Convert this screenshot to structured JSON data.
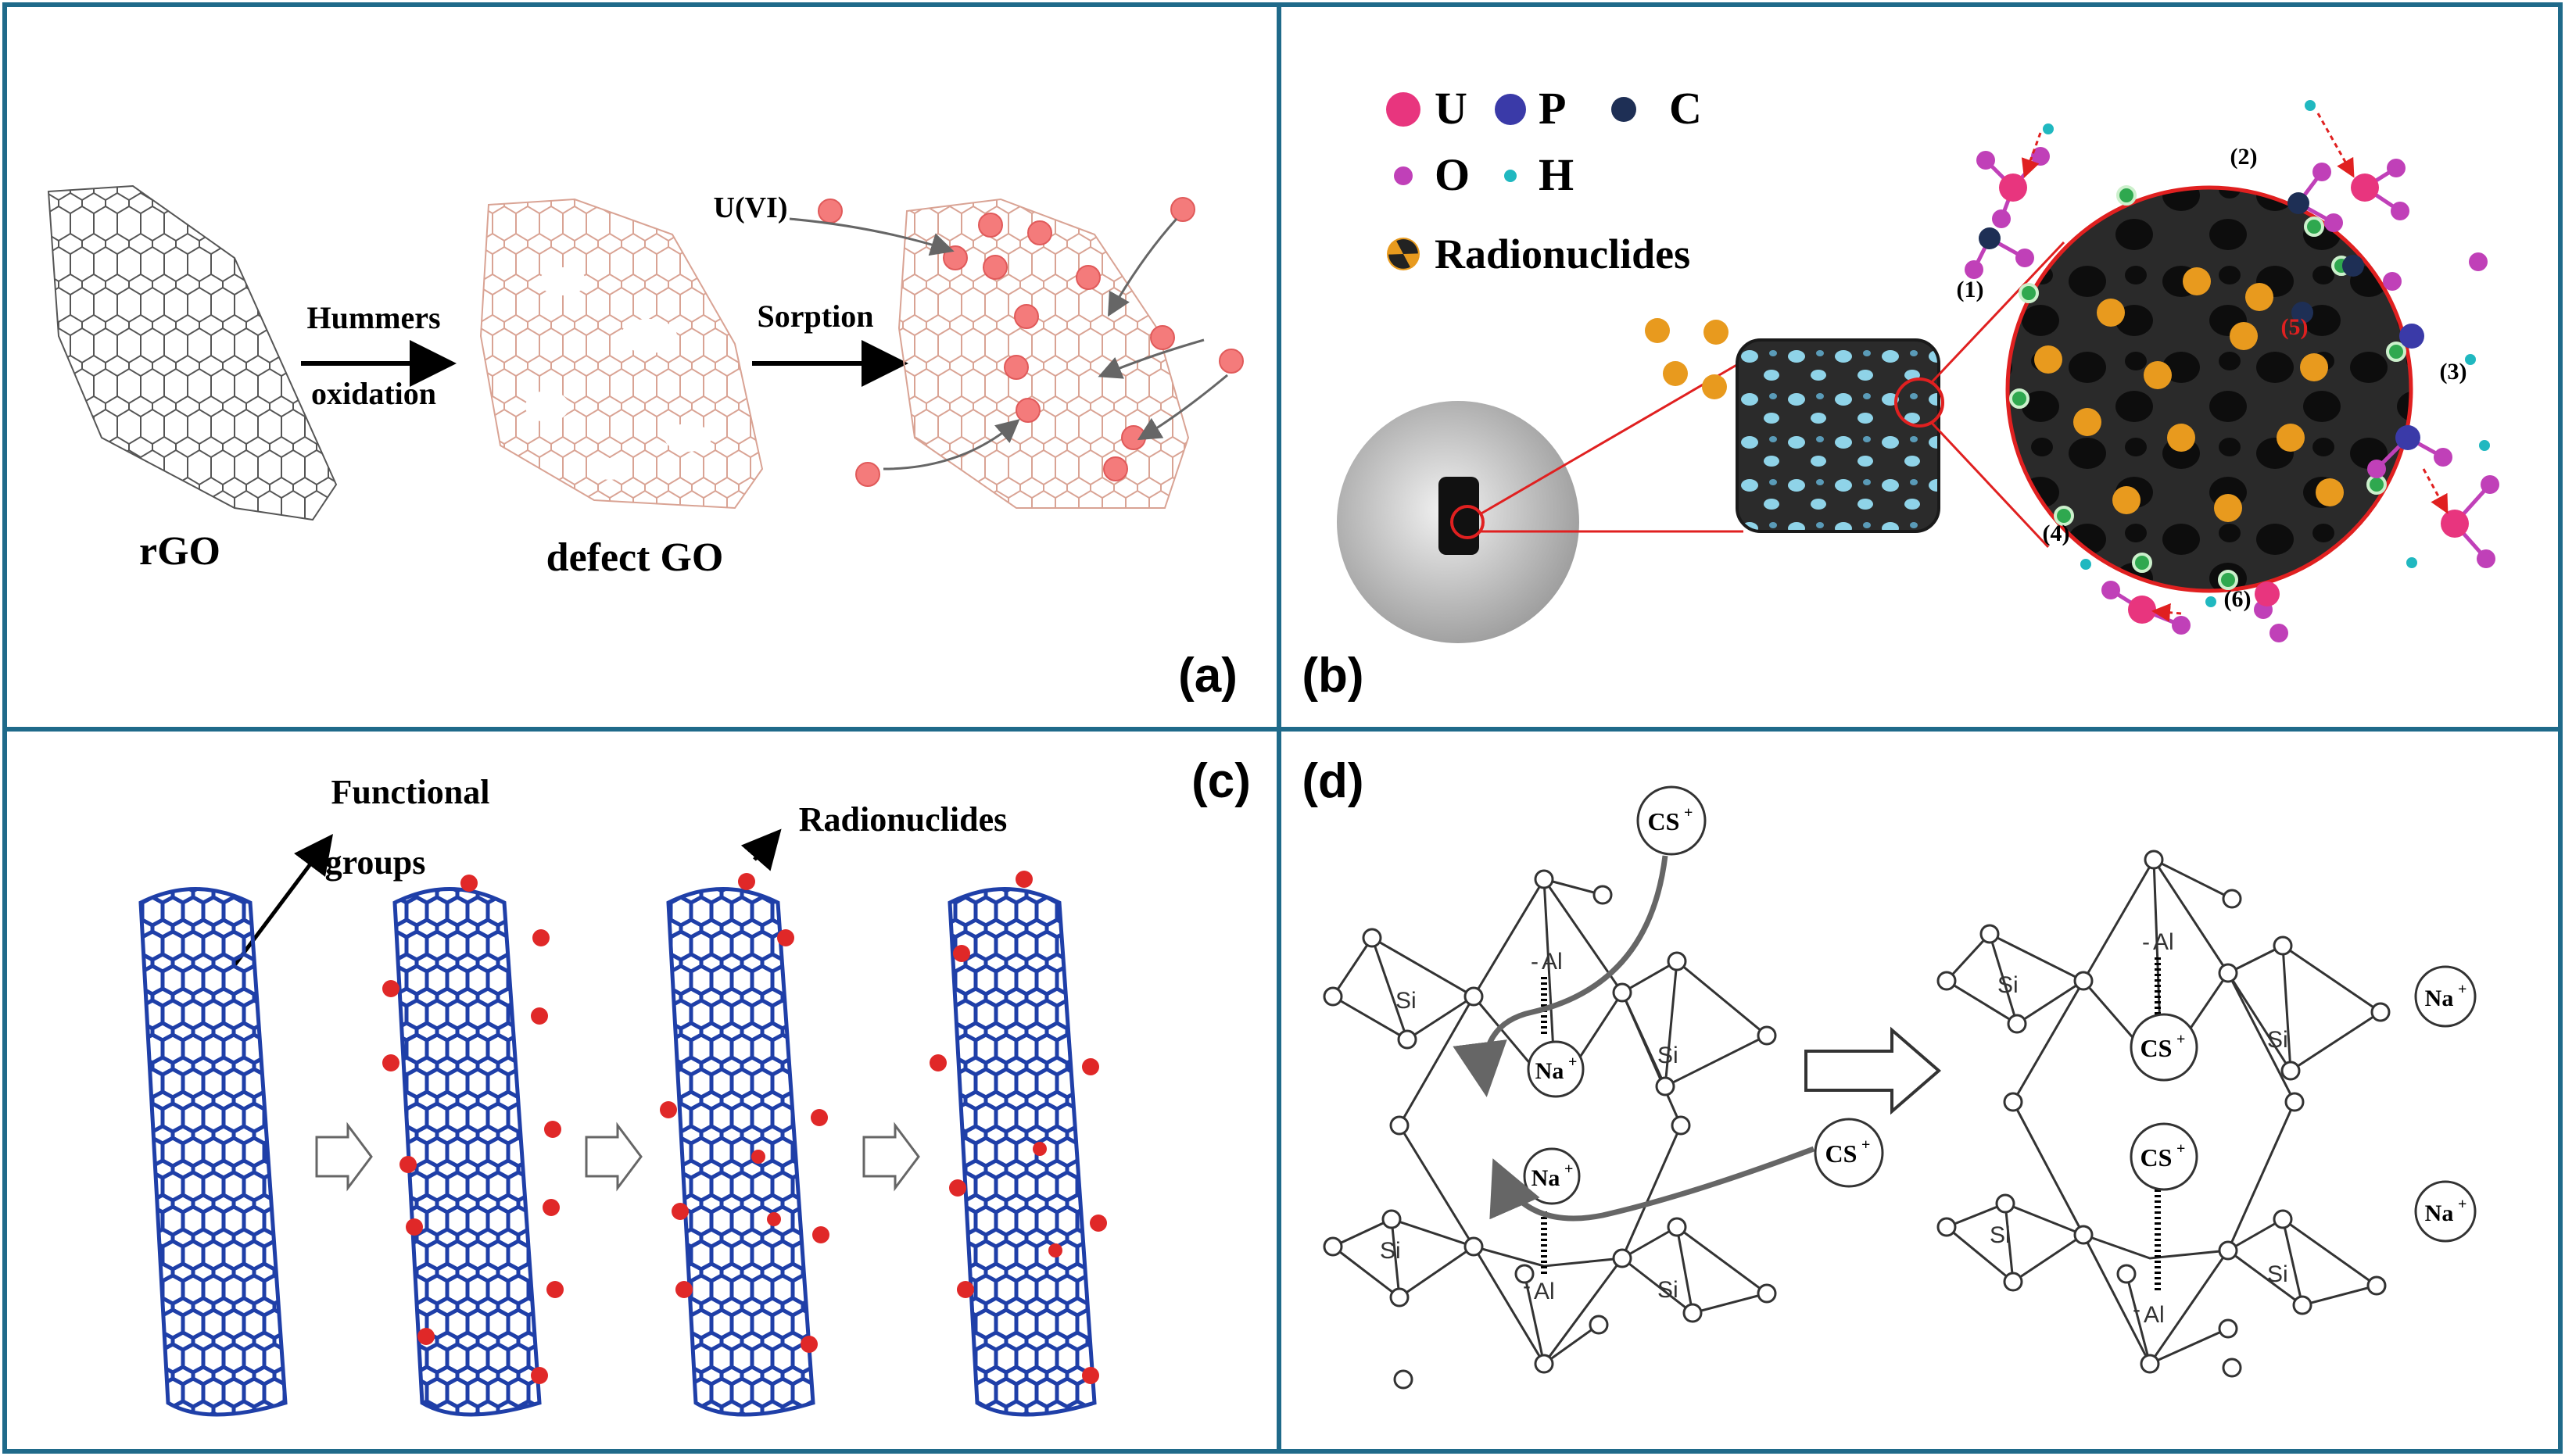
{
  "panels": {
    "a": {
      "tag": "(a)",
      "rgo_label": "rGO",
      "defect_go_label": "defect GO",
      "step1_line1": "Hummers",
      "step1_line2": "oxidation",
      "step2_label": "Sorption",
      "uvi_label": "U(VI)"
    },
    "b": {
      "tag": "(b)",
      "legend": [
        {
          "label": "U",
          "color": "#e8357e"
        },
        {
          "label": "P",
          "color": "#3a3aa8"
        },
        {
          "label": "C",
          "color": "#1e2f55"
        },
        {
          "label": "O",
          "color": "#c040b8"
        },
        {
          "label": "H",
          "color": "#20b8c0"
        }
      ],
      "radionuclides_label": "Radionuclides",
      "sites": [
        "(1)",
        "(2)",
        "(3)",
        "(4)",
        "(5)",
        "(6)"
      ]
    },
    "c": {
      "tag": "(c)",
      "functional_line1": "Functional",
      "functional_line2": "groups",
      "radionuclides_label": "Radionuclides"
    },
    "d": {
      "tag": "(d)",
      "cs_label": "CS",
      "na_label": "Na",
      "plus": "+",
      "al_label": "Al",
      "si_label": "Si",
      "minus": "-"
    }
  },
  "colors": {
    "frame": "#1f6a8a",
    "tube": "#1f3fa8",
    "red_atom": "#e02828",
    "graphene_pink": "#d9a394",
    "uranium_pink": "#f47b7b",
    "sponge": "#2b2b2b",
    "radionuclide_orange": "#e89a1e"
  }
}
